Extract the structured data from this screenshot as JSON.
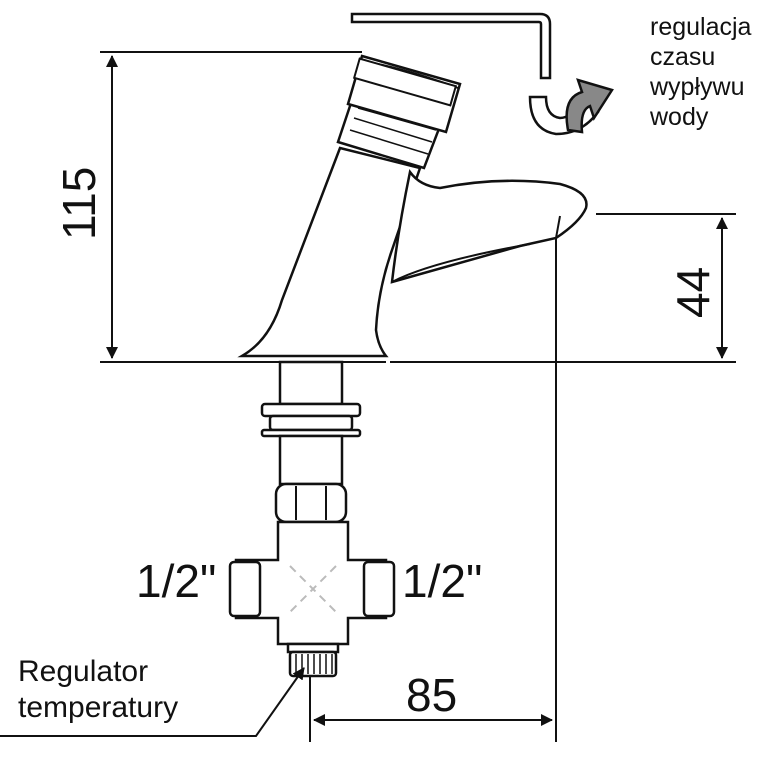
{
  "dimensions": {
    "height_total": "115",
    "spout_height": "44",
    "spout_reach": "85"
  },
  "connections": {
    "left": "1/2\"",
    "right": "1/2\""
  },
  "annotations": {
    "flow_time_regulation": [
      "regulacja",
      "czasu",
      "wypływu",
      "wody"
    ],
    "temperature_regulator": [
      "Regulator",
      "temperatury"
    ]
  }
}
